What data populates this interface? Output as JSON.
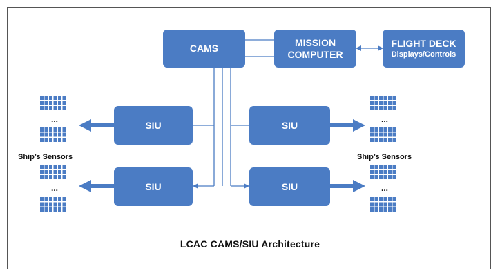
{
  "diagram": {
    "title": "LCAC CAMS/SIU Architecture",
    "boxes": {
      "cams": "CAMS",
      "mission_computer_line1": "MISSION",
      "mission_computer_line2": "COMPUTER",
      "flight_deck_line1": "FLIGHT DECK",
      "flight_deck_line2": "Displays/Controls",
      "siu_top_left": "SIU",
      "siu_bottom_left": "SIU",
      "siu_top_right": "SIU",
      "siu_bottom_right": "SIU"
    },
    "sensor_labels": {
      "left": "Ship’s Sensors",
      "right": "Ship’s Sensors"
    },
    "ellipsis": "...",
    "colors": {
      "box_fill": "#4b7cc4",
      "line": "#4b7cc4",
      "sensor_fill": "#4b7cc4",
      "frame": "#555555"
    }
  }
}
